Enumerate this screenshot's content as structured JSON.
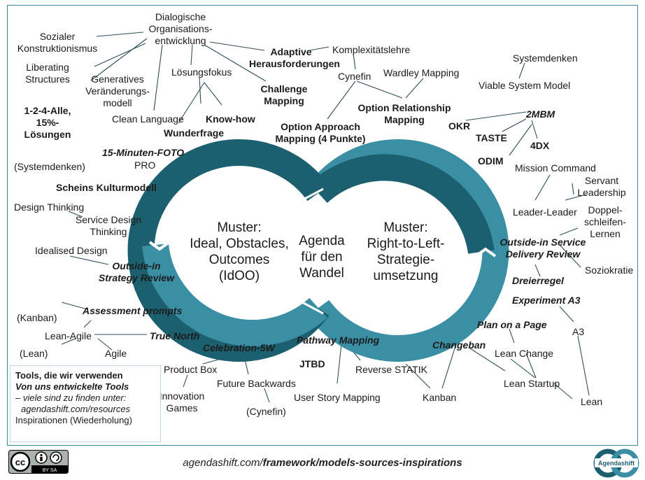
{
  "center": {
    "left_lines": [
      "Muster:",
      "Ideal, Obstacles,",
      "Outcomes",
      "(IdOO)"
    ],
    "right_lines": [
      "Muster:",
      "Right-to-Left-",
      "Strategie-",
      "umsetzung"
    ],
    "middle_lines": [
      "Agenda",
      "für den",
      "Wandel"
    ]
  },
  "nodes": {
    "dialogische": "Dialogische\nOrganisations-\nentwicklung",
    "sozialer": "Sozialer\nKonstruktionismus",
    "liberating": "Liberating\nStructures",
    "generatives": "Generatives\nVeränderungs-\nmodell",
    "loesungsfokus": "Lösungsfokus",
    "adaptive": "Adaptive\nHerausforderungen",
    "komplexitaet": "Komplexitätslehre",
    "cynefin": "Cynefin",
    "wardley": "Wardley Mapping",
    "challenge": "Challenge\nMapping",
    "systemdenken": "Systemdenken",
    "viable": "Viable System Model",
    "alle124": "1-2-4-Alle,\n15%-Lösungen",
    "clean": "Clean Language",
    "knowhow": "Know-how",
    "wunderfrage": "Wunderfrage",
    "option_rel": "Option Relationship\nMapping",
    "option_app": "Option Approach\nMapping (4 Punkte)",
    "okr": "OKR",
    "mbm2": "2MBM",
    "taste": "TASTE",
    "dx4": "4DX",
    "odim": "ODIM",
    "mission": "Mission Command",
    "foto": "15-Minuten-FOTO",
    "pro": "PRO",
    "systemdenken_p": "(Systemdenken)",
    "schein": "Scheins Kulturmodell",
    "servant": "Servant\nLeadership",
    "leader": "Leader-Leader",
    "design": "Design Thinking",
    "service": "Service Design\nThinking",
    "doppel": "Doppel-\nschleifen-\nLernen",
    "idealised": "Idealised Design",
    "outside_sd": "Outside-in Service\nDelivery Review",
    "outside_sr": "Outside-in\nStrategy Review",
    "soziokratie": "Soziokratie",
    "dreier": "Dreierregel",
    "assessment": "Assessment prompts",
    "experiment": "Experiment A3",
    "kanban_p": "(Kanban)",
    "leanagile": "Lean-Agile",
    "truenorth": "True North",
    "a3": "A3",
    "plan": "Plan on a Page",
    "lean_p": "(Lean)",
    "agile": "Agile",
    "pathway": "Pathway Mapping",
    "celebration": "Celebration-5W",
    "changeban": "Changeban",
    "leanchange": "Lean Change",
    "jtbd": "JTBD",
    "productbox": "Product Box",
    "reverse": "Reverse STATIK",
    "innovation": "Innovation\nGames",
    "future": "Future Backwards",
    "leanstartup": "Lean Startup",
    "cynefin_p": "(Cynefin)",
    "usm": "User Story Mapping",
    "kanban": "Kanban",
    "lean": "Lean"
  },
  "legend": {
    "line1": "Tools, die wir verwenden",
    "line2": "Von uns entwickelte Tools",
    "line3": "– viele sind zu finden unter:",
    "line4": "agendashift.com/resources",
    "line5": "Inspirationen (Wiederholung)"
  },
  "footer": {
    "url_plain": "agendashift.com/",
    "url_bold": "framework/models-sources-inspirations",
    "cc_label": "BY SA",
    "logo_text": "Agendashift"
  },
  "colors": {
    "dark_ring": "#1c5f6e",
    "light_ring": "#3b8fa4",
    "line": "#2f4f57"
  }
}
